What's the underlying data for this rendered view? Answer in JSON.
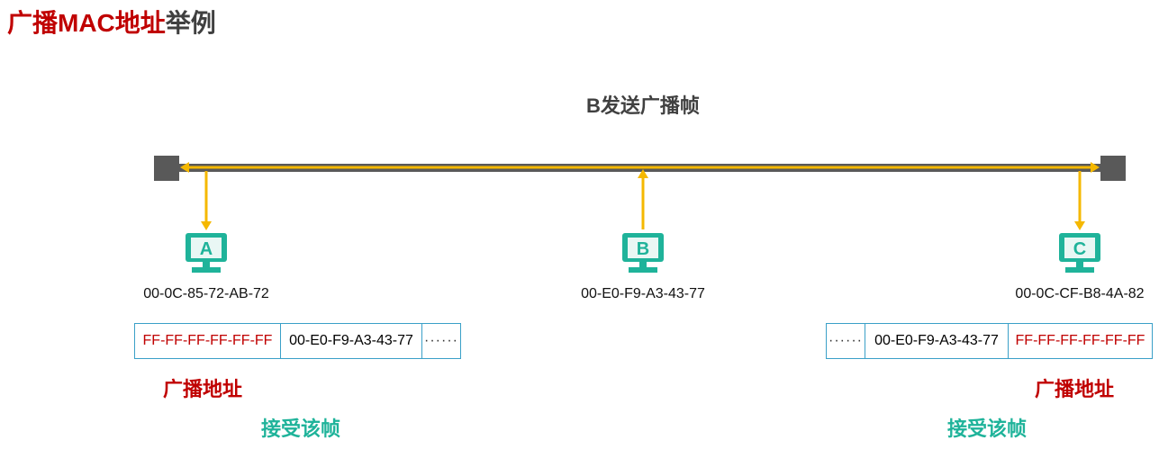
{
  "title": {
    "main": "广播MAC地址",
    "suffix": "举例"
  },
  "subtitle": "B发送广播帧",
  "hosts": [
    {
      "letter": "A",
      "mac": "00-0C-85-72-AB-72"
    },
    {
      "letter": "B",
      "mac": "00-E0-F9-A3-43-77"
    },
    {
      "letter": "C",
      "mac": "00-0C-CF-B8-4A-82"
    }
  ],
  "frame_left": {
    "dest": "FF-FF-FF-FF-FF-FF",
    "src": "00-E0-F9-A3-43-77",
    "rest": "······"
  },
  "frame_right": {
    "rest": "······",
    "src": "00-E0-F9-A3-43-77",
    "dest": "FF-FF-FF-FF-FF-FF"
  },
  "labels": {
    "broadcast_addr_left": "广播地址",
    "accept_left": "接受该帧",
    "broadcast_addr_right": "广播地址",
    "accept_right": "接受该帧"
  },
  "colors": {
    "bus": "#595959",
    "signal": "#f5b800",
    "host": "#1fb39a",
    "red": "#c00000",
    "teal": "#1fb39a",
    "frame_border": "#3aa0c8"
  }
}
